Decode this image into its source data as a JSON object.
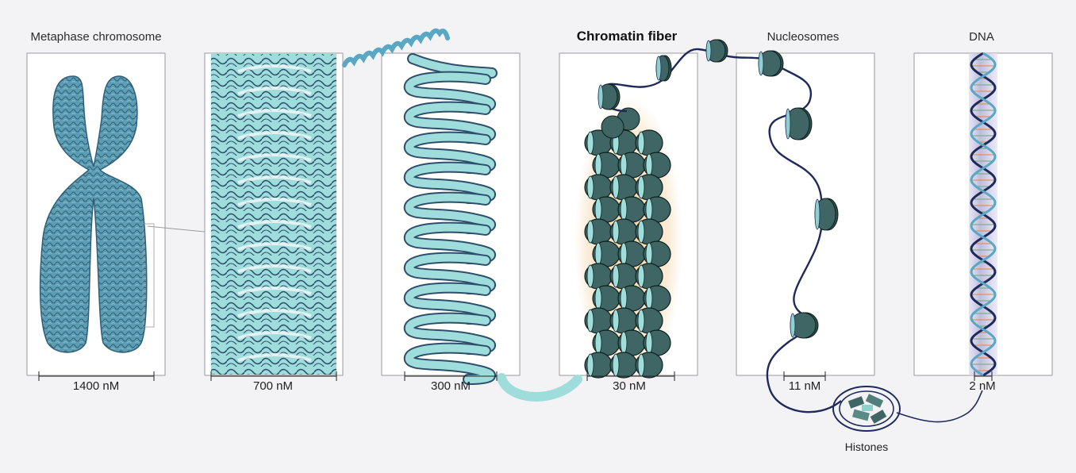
{
  "stages": [
    {
      "label": "Metaphase chromosome",
      "scale": "1400 nM"
    },
    {
      "label": "",
      "scale": "700 nM"
    },
    {
      "label": "",
      "scale": "300 nM"
    },
    {
      "label": "Chromatin fiber",
      "scale": "30 nM"
    },
    {
      "label": "Nucleosomes",
      "scale": "11 nM"
    },
    {
      "label": "DNA",
      "scale": "2 nM"
    }
  ],
  "histones_label": "Histones",
  "colors": {
    "background": "#f3f2f5",
    "panel": "#ffffff",
    "chromosome": "#5d9db3",
    "fiber_light": "#9fdcdc",
    "nucleosome": "#3f6664",
    "dna_backbone": "#1f2a5c",
    "glow": "#f5c98c"
  }
}
